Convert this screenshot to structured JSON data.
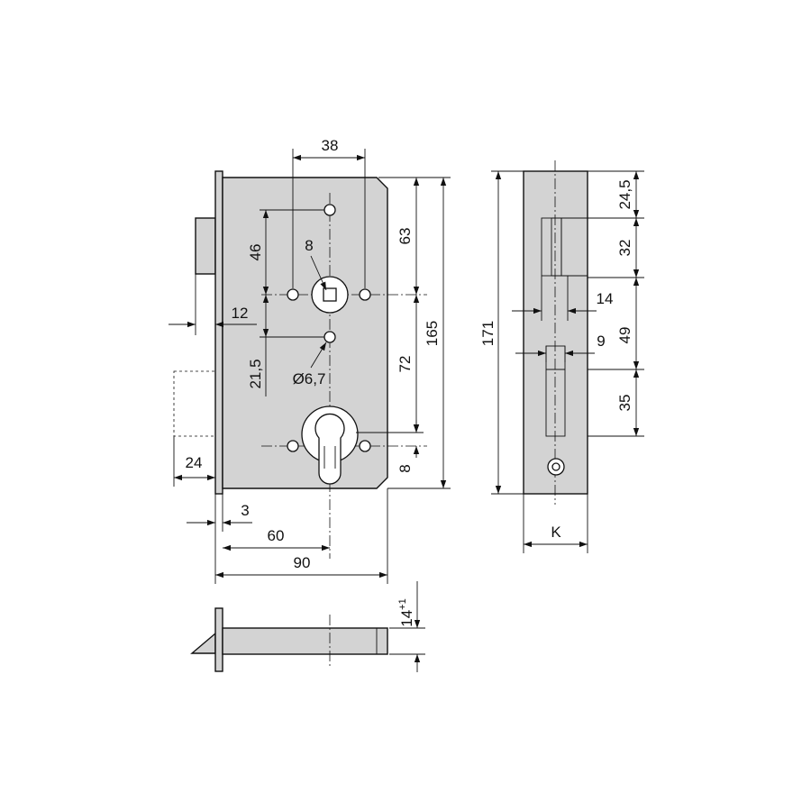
{
  "labels": {
    "d38": "38",
    "d63": "63",
    "d165": "165",
    "d8_spindle": "8",
    "d46": "46",
    "d12": "12",
    "d21_5": "21,5",
    "d6_7": "Ø6,7",
    "d72": "72",
    "d8_bottom": "8",
    "d24": "24",
    "d3": "3",
    "d60": "60",
    "d90": "90",
    "d14_bolt": "14",
    "d14_bolt_tolerance": "+1",
    "d171": "171",
    "d24_5": "24,5",
    "d32": "32",
    "d14_side": "14",
    "d9": "9",
    "d49": "49",
    "d35": "35",
    "dK": "K"
  }
}
